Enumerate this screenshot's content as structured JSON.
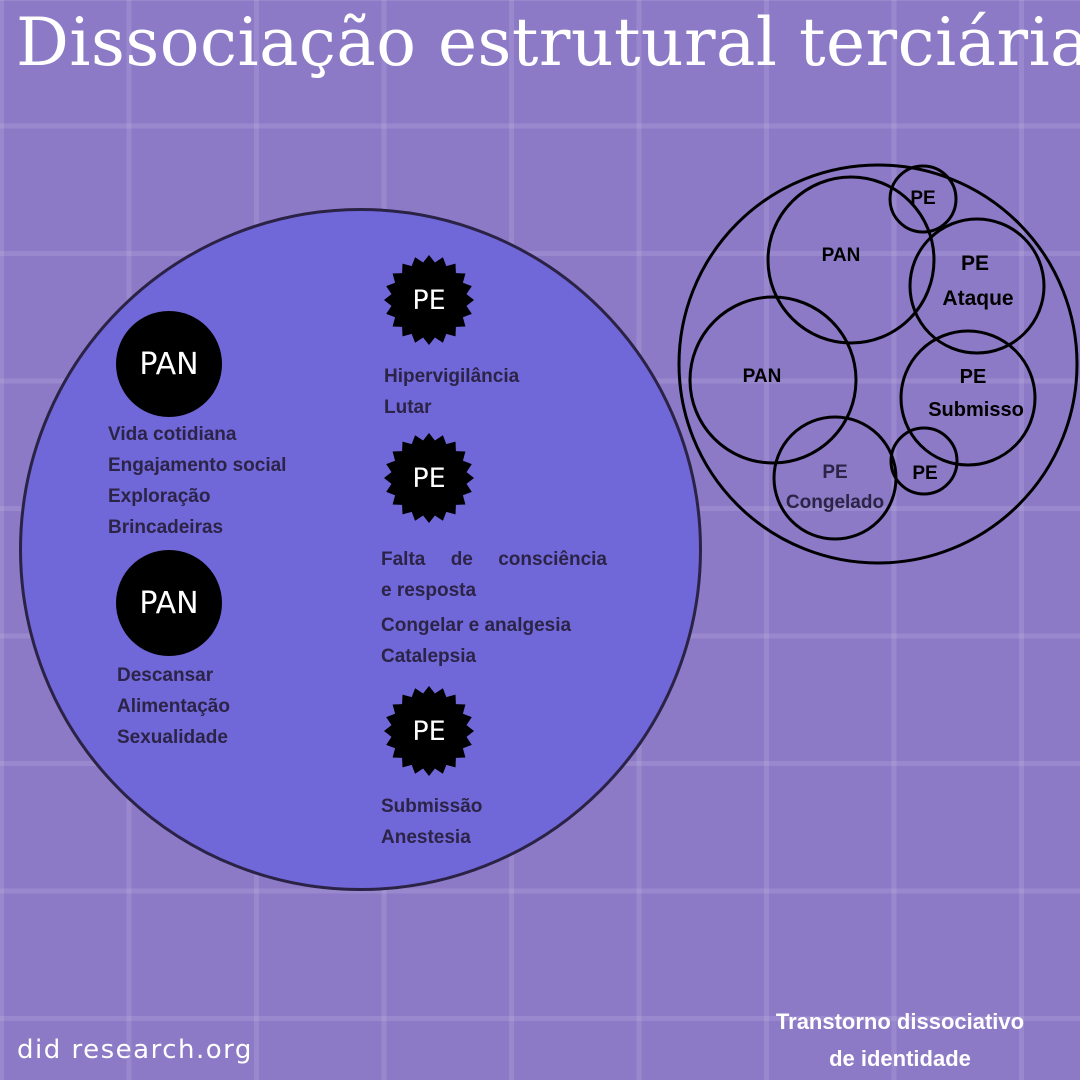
{
  "title": "Dissociação estrutural terciária",
  "colors": {
    "background": "#8d7ac7",
    "main_circle": "#7067d8",
    "badge": "#000000",
    "text_dark": "#2c2447",
    "text_light": "#ffffff"
  },
  "main": {
    "pan_top": {
      "label": "PAN",
      "items": [
        "Vida cotidiana",
        "Engajamento social",
        "Exploração",
        "Brincadeiras"
      ]
    },
    "pan_bottom": {
      "label": "PAN",
      "items": [
        "Descansar",
        "Alimentação",
        "Sexualidade"
      ]
    },
    "pe_top": {
      "label": "PE",
      "items": [
        "Hipervigilância",
        "Lutar"
      ]
    },
    "pe_middle": {
      "label": "PE",
      "items": [
        "Falta de consciência",
        "e resposta",
        "Congelar e analgesia",
        "Catalepsia"
      ]
    },
    "pe_bottom": {
      "label": "PE",
      "items": [
        "Submissão",
        "Anestesia"
      ]
    }
  },
  "right_diagram": {
    "pe_small_top": "PE",
    "pan_top": "PAN",
    "pe_ataque": [
      "PE",
      "Ataque"
    ],
    "pan_left": "PAN",
    "pe_submisso": [
      "PE",
      "Submisso"
    ],
    "pe_congelado": [
      "PE",
      "Congelado"
    ],
    "pe_small_bottom": "PE"
  },
  "footer": {
    "website": "did research.org",
    "caption": [
      "Transtorno dissociativo",
      "de identidade"
    ]
  }
}
